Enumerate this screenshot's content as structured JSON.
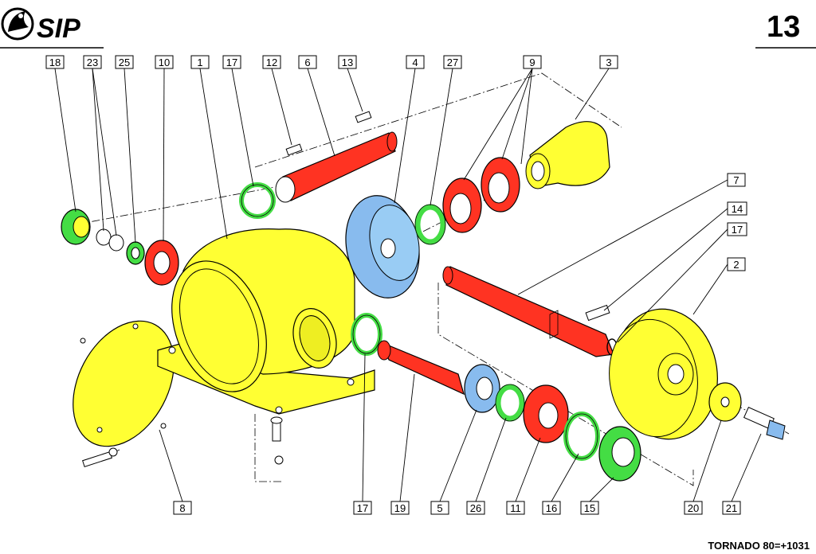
{
  "header": {
    "brand": "SIP",
    "page_number": "13"
  },
  "footer": {
    "model": "TORNADO 80=+1031"
  },
  "colors": {
    "yellow": "#ffff33",
    "red": "#ff3322",
    "green": "#44dd44",
    "blue": "#88bbee"
  },
  "labels": {
    "l18": "18",
    "l23": "23",
    "l25": "25",
    "l10": "10",
    "l1": "1",
    "l17a": "17",
    "l12": "12",
    "l6": "6",
    "l13": "13",
    "l4": "4",
    "l27": "27",
    "l9": "9",
    "l3": "3",
    "l7": "7",
    "l14": "14",
    "l17b": "17",
    "l2": "2",
    "l8": "8",
    "l17c": "17",
    "l19": "19",
    "l5": "5",
    "l26": "26",
    "l11": "11",
    "l16": "16",
    "l15": "15",
    "l20": "20",
    "l21": "21"
  }
}
